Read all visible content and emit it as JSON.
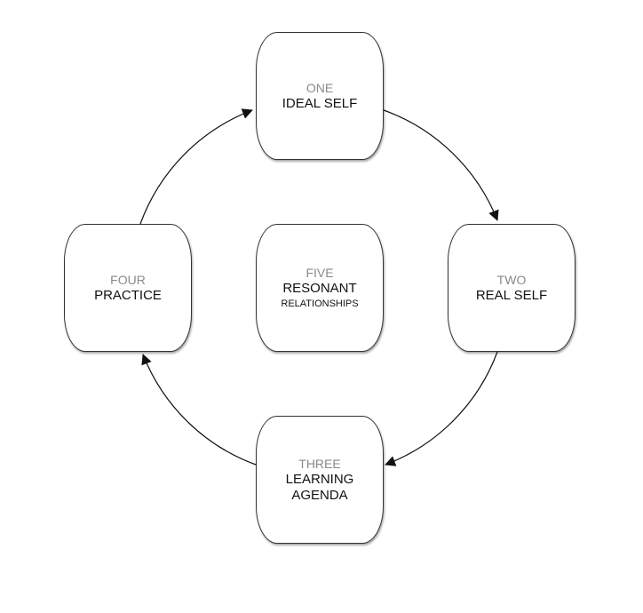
{
  "nodes": {
    "one": {
      "number": "ONE",
      "title": "IDEAL SELF"
    },
    "two": {
      "number": "TWO",
      "title": "REAL SELF"
    },
    "three": {
      "number": "THREE",
      "title": "LEARNING",
      "title2": "AGENDA"
    },
    "four": {
      "number": "FOUR",
      "title": "PRACTICE"
    },
    "five": {
      "number": "FIVE",
      "title": "RESONANT",
      "subtitle": "RELATIONSHIPS"
    }
  },
  "edges": [
    {
      "from": "one",
      "to": "two"
    },
    {
      "from": "two",
      "to": "three"
    },
    {
      "from": "three",
      "to": "four"
    },
    {
      "from": "four",
      "to": "one"
    }
  ],
  "colors": {
    "line": "#111111",
    "number_text": "#8a8a8a",
    "title_text": "#111111"
  }
}
